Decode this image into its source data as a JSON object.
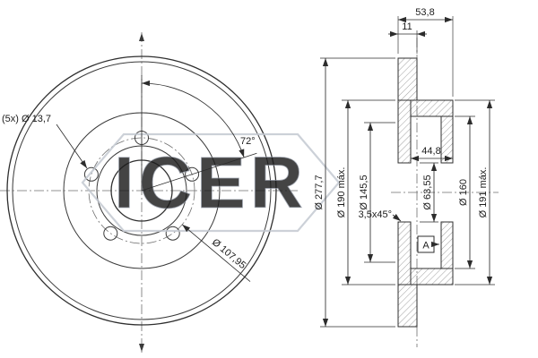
{
  "meta": {
    "colors": {
      "background": "#ffffff",
      "line": "#3a3a3a",
      "dimension": "#2c2c2c",
      "watermark": "#b9bfc9"
    }
  },
  "watermark": {
    "text": "ICER"
  },
  "front_view": {
    "labels": {
      "bolt_holes": "(5x) Ø 13,7",
      "angle": "72°",
      "bolt_circle": "Ø 107,95"
    }
  },
  "section_view": {
    "labels": {
      "overall_width": "53,8",
      "disc_thickness": "11",
      "hat_depth": "44,8",
      "chamfer": "3,5x45°",
      "datum": "A",
      "outer_diameter": "Ø 277,7",
      "drum_diameter_left": "Ø 190 máx.",
      "hat_diameter": "Ø 145,5",
      "bore_diameter": "Ø 63,55",
      "flange_diameter": "Ø 160",
      "drum_diameter_right": "Ø 191 máx."
    }
  }
}
